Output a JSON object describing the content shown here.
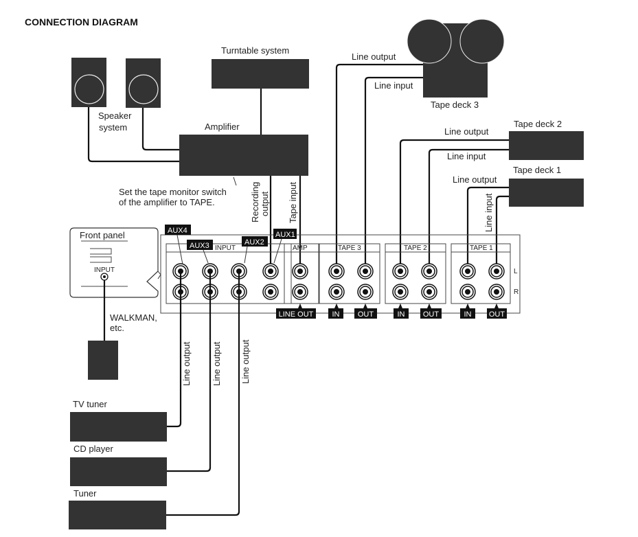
{
  "title": "CONNECTION DIAGRAM",
  "devices": {
    "turntable": "Turntable system",
    "speaker": [
      "Speaker",
      "system"
    ],
    "amplifier": "Amplifier",
    "tape_deck_3": "Tape deck 3",
    "tape_deck_2": "Tape deck 2",
    "tape_deck_1": "Tape deck 1",
    "tv_tuner": "TV tuner",
    "cd_player": "CD player",
    "tuner": "Tuner",
    "walkman": [
      "WALKMAN,",
      "etc."
    ]
  },
  "note": [
    "Set the tape monitor switch",
    "of the amplifier to TAPE."
  ],
  "cables": {
    "recording_output": [
      "Recording",
      "output"
    ],
    "tape_input": "Tape input",
    "line_output": "Line output",
    "line_input": "Line input"
  },
  "front_panel": {
    "label": "Front panel",
    "input": "INPUT"
  },
  "rear_panel": {
    "groups": [
      "INPUT",
      "AMP",
      "TAPE 3",
      "TAPE 2",
      "TAPE 1"
    ],
    "aux_tags": [
      "AUX4",
      "AUX3",
      "AUX2",
      "AUX1"
    ],
    "bottom_tags": [
      "LINE OUT",
      "IN",
      "OUT",
      "IN",
      "OUT",
      "IN",
      "OUT"
    ],
    "channels": [
      "L",
      "R"
    ]
  }
}
